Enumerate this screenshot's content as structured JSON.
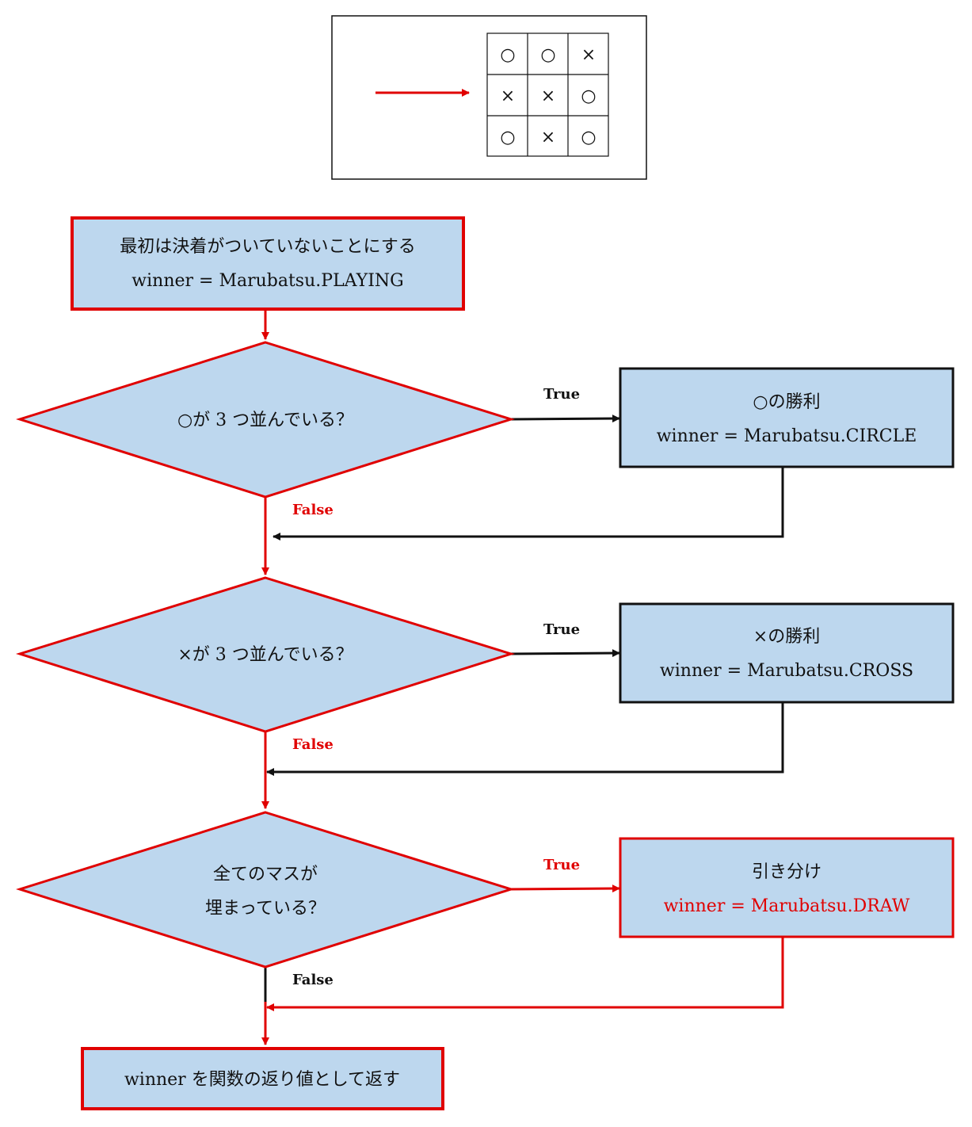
{
  "colors": {
    "fill": "#bdd7ee",
    "highlight": "#e00000",
    "normal": "#111111"
  },
  "board": {
    "cells": [
      [
        "○",
        "○",
        "×"
      ],
      [
        "×",
        "×",
        "○"
      ],
      [
        "○",
        "×",
        "○"
      ]
    ]
  },
  "flow": {
    "start": {
      "line1": "最初は決着がついていないことにする",
      "line2": "winner = Marubatsu.PLAYING"
    },
    "decision1": {
      "text": "○が 3 つ並んでいる？"
    },
    "result1": {
      "line1": "○の勝利",
      "line2": "winner = Marubatsu.CIRCLE"
    },
    "decision2": {
      "text": "×が 3 つ並んでいる？"
    },
    "result2": {
      "line1": "×の勝利",
      "line2": "winner = Marubatsu.CROSS"
    },
    "decision3": {
      "line1": "全てのマスが",
      "line2": "埋まっている？"
    },
    "result3": {
      "line1": "引き分け",
      "line2": "winner = Marubatsu.DRAW"
    },
    "end": {
      "text": "winner を関数の返り値として返す"
    }
  },
  "edges": {
    "true_label": "True",
    "false_label": "False"
  }
}
